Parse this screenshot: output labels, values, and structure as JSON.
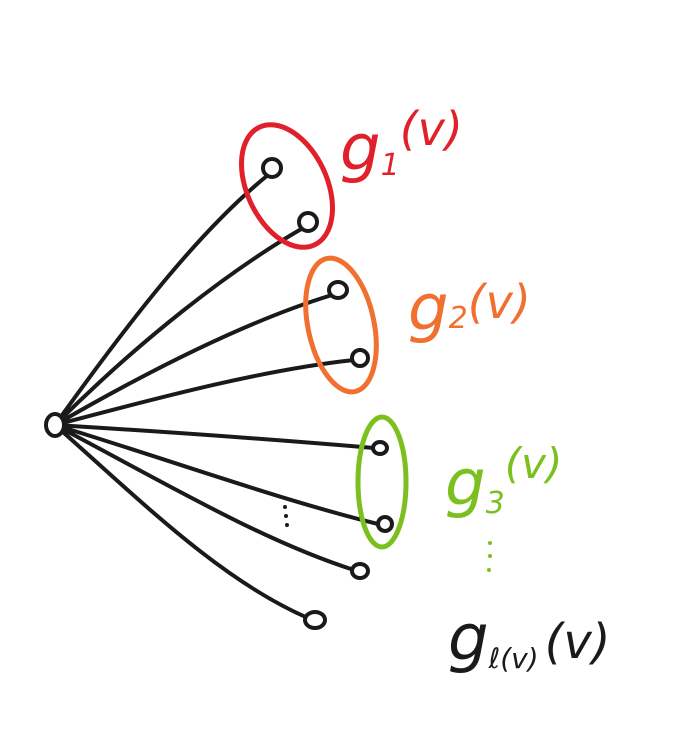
{
  "colors": {
    "red": "#e0202a",
    "orange": "#f07030",
    "green": "#7cc020",
    "black": "#1a1a1a"
  },
  "labels": {
    "g1": {
      "base": "g",
      "sub": "1",
      "arg": "(v)"
    },
    "g2": {
      "base": "g",
      "sub": "2",
      "arg": "(v)"
    },
    "g3": {
      "base": "g",
      "sub": "3",
      "arg": "(v)"
    },
    "gl": {
      "base": "g",
      "sub": "ℓ(v)",
      "arg": "(v)"
    }
  },
  "ellipsis": "⋮"
}
